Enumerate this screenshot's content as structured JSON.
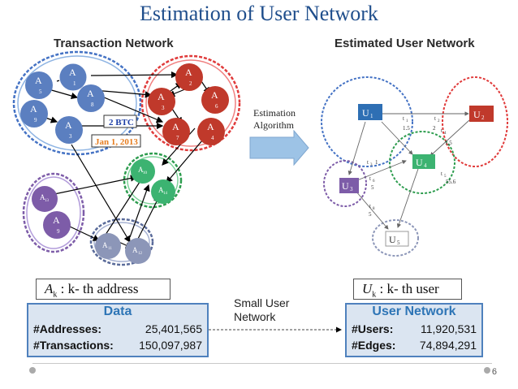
{
  "title": "Estimation of User Network",
  "left_heading": "Transaction Network",
  "right_heading": "Estimated User Network",
  "middle": {
    "label_line1": "Estimation",
    "label_line2": "Algorithm"
  },
  "transaction_nodes": [
    {
      "id": "a1",
      "label": "A",
      "sub": "1"
    },
    {
      "id": "a5",
      "label": "A",
      "sub": "5"
    },
    {
      "id": "a8",
      "label": "A",
      "sub": "8"
    },
    {
      "id": "a9",
      "label": "A",
      "sub": "9"
    },
    {
      "id": "a3",
      "label": "A",
      "sub": "3"
    },
    {
      "id": "a2",
      "label": "A",
      "sub": "2"
    },
    {
      "id": "a3b",
      "label": "A",
      "sub": "3"
    },
    {
      "id": "a6",
      "label": "A",
      "sub": "6"
    },
    {
      "id": "a7",
      "label": "A",
      "sub": "7"
    },
    {
      "id": "a4",
      "label": "A",
      "sub": "4"
    },
    {
      "id": "a10",
      "label": "A",
      "sub": "10"
    },
    {
      "id": "a14",
      "label": "A",
      "sub": "14"
    },
    {
      "id": "a13",
      "label": "A",
      "sub": "13"
    },
    {
      "id": "a9b",
      "label": "A",
      "sub": "9"
    },
    {
      "id": "a11",
      "label": "A",
      "sub": "11"
    },
    {
      "id": "a12",
      "label": "A",
      "sub": "12"
    }
  ],
  "annotations": {
    "amount": "2 BTC",
    "date": "Jan 1, 2013"
  },
  "user_nodes": [
    {
      "id": "u1",
      "label": "U",
      "sub": "1"
    },
    {
      "id": "u2",
      "label": "U",
      "sub": "2"
    },
    {
      "id": "u3",
      "label": "U",
      "sub": "3"
    },
    {
      "id": "u4",
      "label": "U",
      "sub": "4"
    },
    {
      "id": "u5",
      "label": "U",
      "sub": "5"
    }
  ],
  "edge_labels": [
    {
      "id": "e1",
      "line1": "t",
      "sub1": "1",
      "line2": "1.5"
    },
    {
      "id": "e2",
      "line1": "t",
      "sub1": "2",
      "line2": "2"
    },
    {
      "id": "e3",
      "line1": "t",
      "sub1": "4",
      "line2": "1.5"
    },
    {
      "id": "e4",
      "line1": "t",
      "sub1": "3",
      "line2": "1"
    },
    {
      "id": "e5",
      "line1": "t",
      "sub1": "6",
      "line2": "5"
    },
    {
      "id": "e6",
      "line1": "t",
      "sub1": "5",
      "line2": "55.6"
    },
    {
      "id": "e7",
      "line1": "t",
      "sub1": "8",
      "line2": "5"
    }
  ],
  "legend_left": {
    "symbol": "A",
    "subscript": "k",
    "text": ":  k- th address"
  },
  "legend_right": {
    "symbol": "U",
    "subscript": "k",
    "text": ":  k- th user"
  },
  "data_box": {
    "heading": "Data",
    "rows": [
      {
        "label": "#Addresses:",
        "value": "25,401,565"
      },
      {
        "label": "#Transactions:",
        "value": "150,097,987"
      }
    ]
  },
  "small_network": {
    "line1": "Small User",
    "line2": "Network"
  },
  "user_box": {
    "heading": "User Network",
    "rows": [
      {
        "label": "#Users:",
        "value": "11,920,531"
      },
      {
        "label": "#Edges:",
        "value": "74,894,291"
      }
    ]
  },
  "page_number": "6",
  "colors": {
    "title": "#1f4e8c",
    "node_blue": "#5b7fc0",
    "node_red": "#c0392b",
    "node_green": "#3cb371",
    "node_purple": "#7d5ca8",
    "node_gray": "#8c96b8",
    "stat_fill": "#dbe5f1"
  }
}
